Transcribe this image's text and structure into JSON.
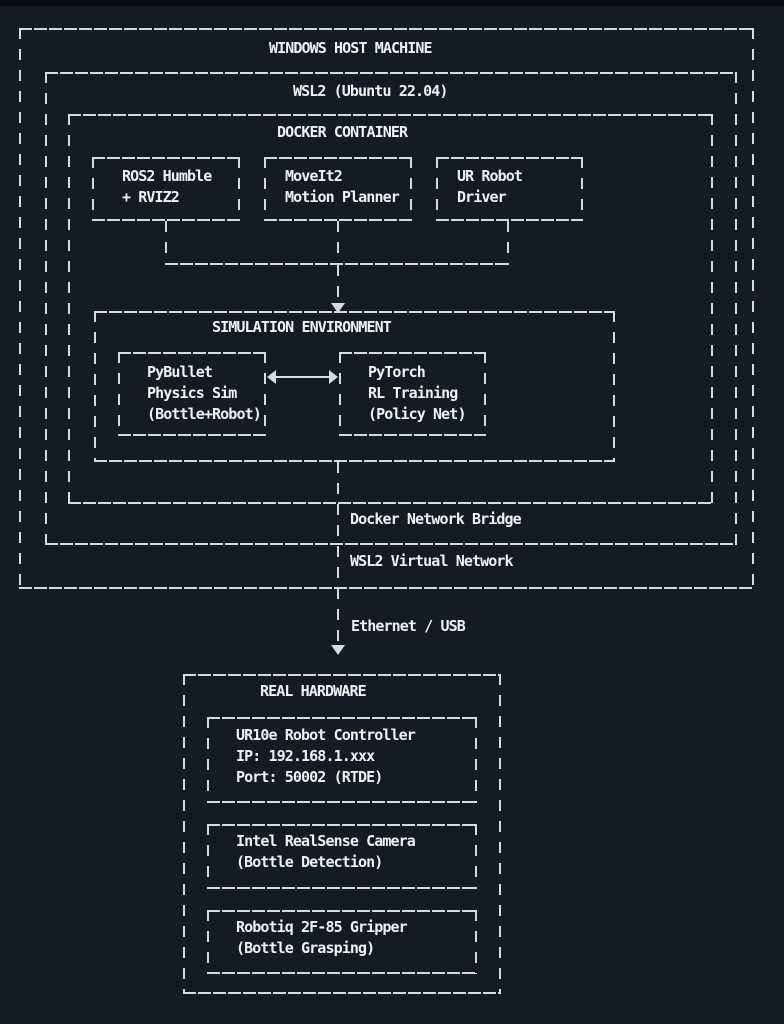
{
  "colors": {
    "background": "#151a23",
    "top_strip": "#0a0c10",
    "line": "#d7dbe1",
    "text": "#eff1f4"
  },
  "diagram": {
    "windows_host": {
      "title": "WINDOWS HOST MACHINE"
    },
    "wsl2": {
      "title": "WSL2 (Ubuntu 22.04)"
    },
    "docker": {
      "title": "DOCKER CONTAINER"
    },
    "ros2": {
      "lines": [
        "ROS2 Humble",
        "+ RVIZ2"
      ]
    },
    "moveit": {
      "lines": [
        "MoveIt2",
        "Motion Planner"
      ]
    },
    "ur_driver": {
      "lines": [
        "UR Robot",
        "Driver"
      ]
    },
    "sim_env": {
      "title": "SIMULATION ENVIRONMENT"
    },
    "pybullet": {
      "lines": [
        "PyBullet",
        "Physics Sim",
        "(Bottle+Robot)"
      ]
    },
    "pytorch": {
      "lines": [
        "PyTorch",
        "RL Training",
        "(Policy Net)"
      ]
    },
    "labels": {
      "docker_bridge": "Docker Network Bridge",
      "wsl2_network": "WSL2 Virtual Network",
      "ethernet": "Ethernet / USB"
    },
    "real_hardware": {
      "title": "REAL HARDWARE"
    },
    "ur10e": {
      "lines": [
        "UR10e Robot Controller",
        "IP: 192.168.1.xxx",
        "Port: 50002 (RTDE)"
      ]
    },
    "realsense": {
      "lines": [
        "Intel RealSense Camera",
        "(Bottle Detection)"
      ]
    },
    "robotiq": {
      "lines": [
        "Robotiq 2F-85 Gripper",
        "(Bottle Grasping)"
      ]
    }
  }
}
